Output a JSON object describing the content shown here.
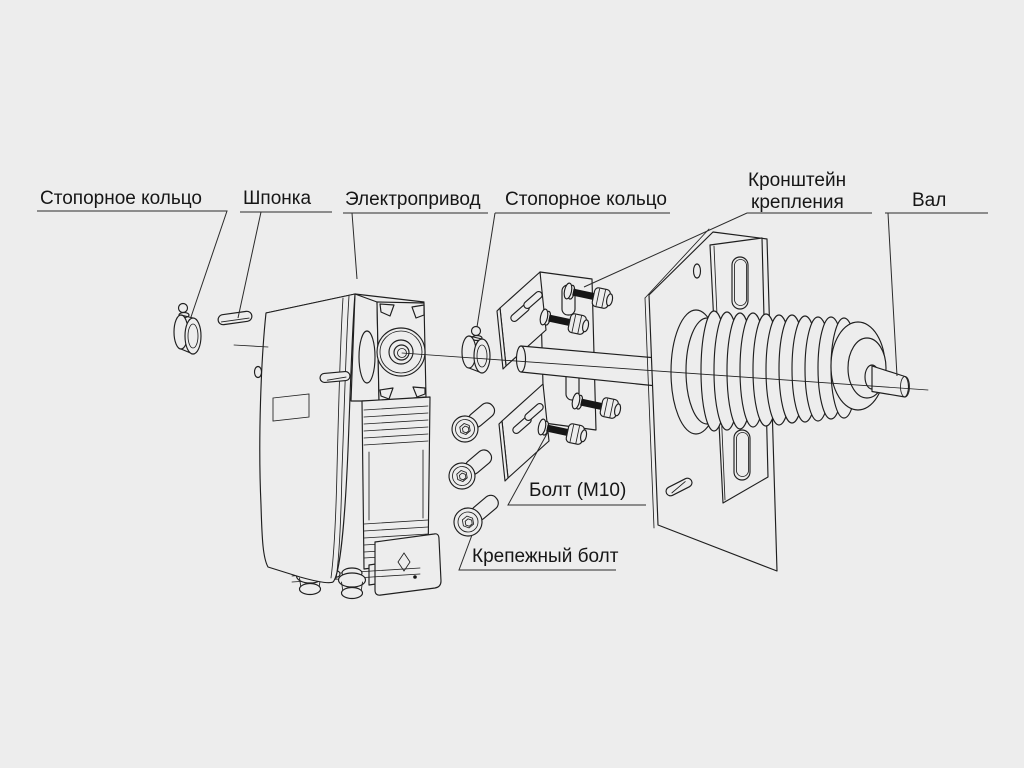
{
  "diagram": {
    "background_color": "#EDEDED",
    "line_color": "#1F1F1F",
    "labels": {
      "snap_ring_left": "Стопорное кольцо",
      "key": "Шпонка",
      "electric_drive": "Электропривод",
      "snap_ring_right": "Стопорное кольцо",
      "bracket_line1": "Кронштейн",
      "bracket_line2": "крепления",
      "shaft": "Вал",
      "bolt_m10": "Болт (М10)",
      "fixing_bolt": "Крепежный болт"
    }
  }
}
